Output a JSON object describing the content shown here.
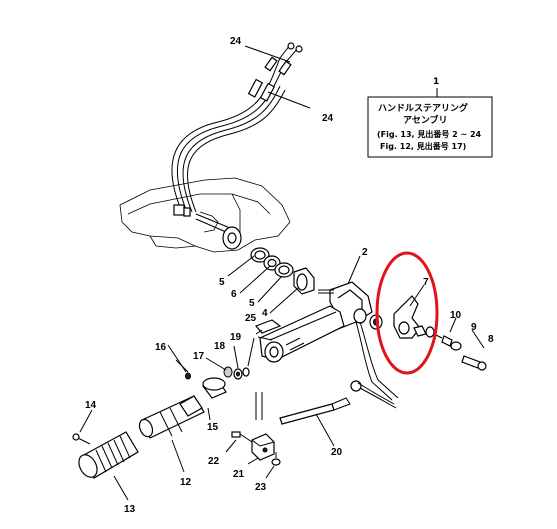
{
  "legend": {
    "number": "1",
    "title_line1": "ハンドルステアリング",
    "title_line2": "アセンブリ",
    "ref_line1": "(Fig. 13, 見出番号 2 ~ 24",
    "ref_line2": "Fig. 12, 見出番号 17)"
  },
  "callouts": {
    "c2": "2",
    "c4": "4",
    "c5a": "5",
    "c5b": "5",
    "c6": "6",
    "c7": "7",
    "c8": "8",
    "c9": "9",
    "c10": "10",
    "c12": "12",
    "c13": "13",
    "c14": "14",
    "c15": "15",
    "c16": "16",
    "c17": "17",
    "c18": "18",
    "c19": "19",
    "c20": "20",
    "c21": "21",
    "c22": "22",
    "c23": "23",
    "c24a": "24",
    "c24b": "24",
    "c25": "25"
  },
  "colors": {
    "highlight": "#e0141a",
    "ink": "#000000"
  }
}
